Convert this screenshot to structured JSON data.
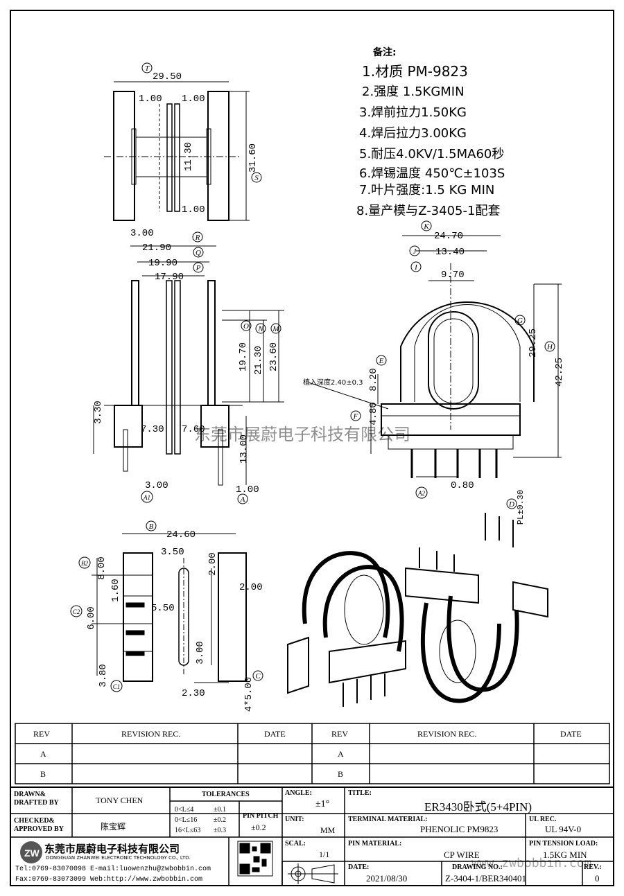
{
  "notes": {
    "heading": "备注:",
    "items": [
      "1.材质 PM-9823",
      "2.强度 1.5KGMIN",
      "3.焊前拉力1.50KG",
      "4.焊后拉力3.00KG",
      "5.耐压4.0KV/1.5MA60秒",
      "6.焊锡温度 450℃±103S",
      "7.叶片强度:1.5 KG MIN",
      "8.量产模与Z-3405-1配套"
    ]
  },
  "dims": {
    "top_width": "29.50",
    "top_left_gap": "1.00",
    "top_right_gap": "1.00",
    "top_height": "31.60",
    "top_inner": "11.30",
    "top_bottom_gap": "1.00",
    "left_3": "3.00",
    "w21": "21.90",
    "w19": "19.90",
    "w17": "17.90",
    "h19": "19.70",
    "h21": "21.30",
    "h23": "23.60",
    "h3": "3.30",
    "w7a": "7.30",
    "w7b": "7.60",
    "h13": "13.00",
    "b3": "3.00",
    "b1": "1.00",
    "r24": "24.70",
    "r13": "13.40",
    "r9": "9.70",
    "r29": "29.25",
    "r42": "42.25",
    "r8": "8.20",
    "r4": "4.80",
    "r08": "0.80",
    "insert_depth": "植入深度2.40±0.3",
    "pl": "PL±0.30",
    "c24": "24.60",
    "c3": "3.50",
    "c8": "8.00",
    "c16": "1.60",
    "c55": "5.50",
    "c6": "6.00",
    "c2a": "2.00",
    "c2b": "2.00",
    "c3b": "3.00",
    "c38": "3.80",
    "c23": "2.30",
    "c5": "4*5.00"
  },
  "labels": {
    "T": "T",
    "R": "R",
    "Q": "Q",
    "P": "P",
    "S": "S",
    "O": "O",
    "N": "N",
    "M": "M",
    "A1": "A1",
    "A": "A",
    "K": "K",
    "J": "J",
    "I": "I",
    "G": "G",
    "H": "H",
    "E": "E",
    "F": "F",
    "A2": "A2",
    "D": "D",
    "B": "B",
    "B2": "B2",
    "C2": "C2",
    "C": "C",
    "C1": "C1"
  },
  "watermark_center": "东莞市展蔚电子科技有限公司",
  "watermark_br": "www.zwbobbin.com",
  "revision": {
    "headers": [
      "REV",
      "REVISION REC.",
      "DATE",
      "REV",
      "REVISION REC.",
      "DATE"
    ],
    "rows": [
      [
        "A",
        "",
        "",
        "A",
        "",
        ""
      ],
      [
        "B",
        "",
        "",
        "B",
        "",
        ""
      ]
    ]
  },
  "title_block": {
    "drawn_label": "DRAWN&\nDRAFTED BY",
    "drawn_value": "TONY CHEN",
    "checked_label": "CHECKED&\nAPPROVED BY",
    "checked_value": "陈宝辉",
    "tolerances_label": "TOLERANCES",
    "tol_rows": [
      [
        "0<L≤4",
        "±0.1"
      ],
      [
        "0<L≤16",
        "±0.2"
      ],
      [
        "16<L≤63",
        "±0.3"
      ]
    ],
    "pin_pitch_label": "PIN PITCH",
    "pin_pitch_value": "±0.2",
    "angle_label": "ANGLE:",
    "angle_value": "±1°",
    "unit_label": "UNIT:",
    "unit_value": "MM",
    "scal_label": "SCAL:",
    "scal_value": "1/1",
    "title_label": "TITLE:",
    "title_value": "ER3430卧式(5+4PIN)",
    "terminal_label": "TERMINAL MATERIAL:",
    "terminal_value": "PHENOLIC PM9823",
    "ul_label": "UL REC.",
    "ul_value": "UL 94V-0",
    "pin_material_label": "PIN MATERIAL:",
    "pin_material_value": "CP WIRE",
    "pin_tension_label": "PIN TENSION LOAD:",
    "pin_tension_value": "1.5KG MIN",
    "date_label": "DATE:",
    "date_value": "2021/08/30",
    "drawing_label": "DRAWING NO.:",
    "drawing_value": "Z-3404-1/BER340401",
    "rev_label": "REV.:",
    "rev_value": "0",
    "company_cn": "东莞市展蔚电子科技有限公司",
    "company_en": "DONGGUAN ZHANWEI ELECTRONIC TECHNOLOGY CO., LTD.",
    "tel": "Tel:0769-83070098 E-mail:luowenzhu@zwbobbin.com",
    "fax": "Fax:0769-83073099    Web:http://www.zwbobbin.com",
    "logo_text": "ZW"
  }
}
